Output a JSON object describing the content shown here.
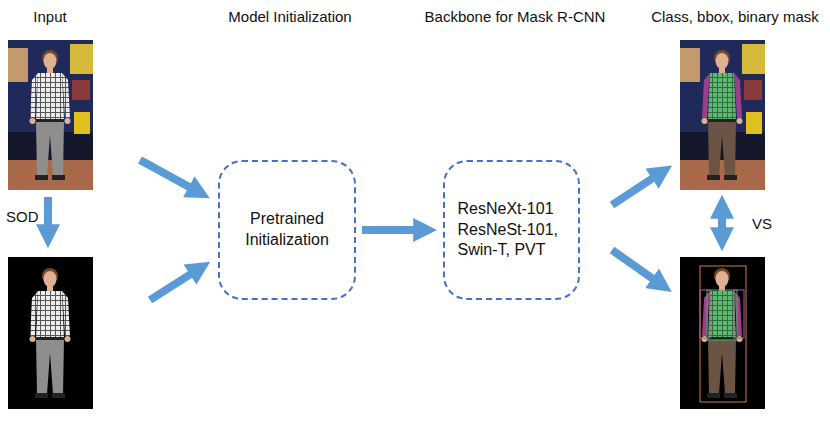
{
  "diagram": {
    "nodes": [
      {
        "text": [
          "Pretrained Initialization"
        ]
      },
      {
        "text": [
          "ResNeXt-101 ResNeSt-101, Swin-T, PVT"
        ]
      }
    ],
    "edges": [
      {
        "from": 0,
        "to": 1,
        "arrow": "to"
      }
    ],
    "labels": [
      "Input",
      "Model Initialization",
      "Backbone for Mask R-CNN",
      "Class, bbox, binary mask",
      "SOD",
      "VS"
    ]
  }
}
